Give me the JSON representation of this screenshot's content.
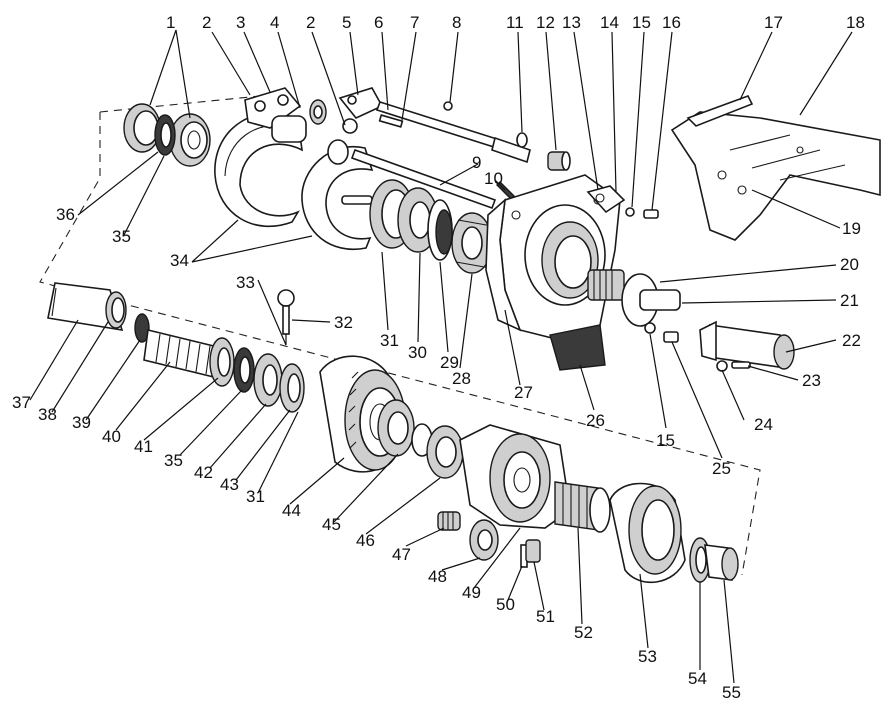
{
  "diagram": {
    "callouts": {
      "c1": "1",
      "c2a": "2",
      "c3": "3",
      "c4": "4",
      "c2b": "2",
      "c5": "5",
      "c6": "6",
      "c7": "7",
      "c8": "8",
      "c11": "11",
      "c12": "12",
      "c13": "13",
      "c14": "14",
      "c15a": "15",
      "c16": "16",
      "c17": "17",
      "c18": "18",
      "c9": "9",
      "c10": "10",
      "c19": "19",
      "c36": "36",
      "c35a": "35",
      "c34": "34",
      "c20": "20",
      "c21": "21",
      "c33": "33",
      "c32": "32",
      "c31a": "31",
      "c30": "30",
      "c29": "29",
      "c28": "28",
      "c27": "27",
      "c26": "26",
      "c22": "22",
      "c23": "23",
      "c24": "24",
      "c15b": "15",
      "c25": "25",
      "c37": "37",
      "c38": "38",
      "c39": "39",
      "c40": "40",
      "c41": "41",
      "c35b": "35",
      "c42": "42",
      "c43": "43",
      "c31b": "31",
      "c44": "44",
      "c45": "45",
      "c46": "46",
      "c47": "47",
      "c48": "48",
      "c49": "49",
      "c50": "50",
      "c51": "51",
      "c52": "52",
      "c53": "53",
      "c54": "54",
      "c55": "55"
    }
  }
}
